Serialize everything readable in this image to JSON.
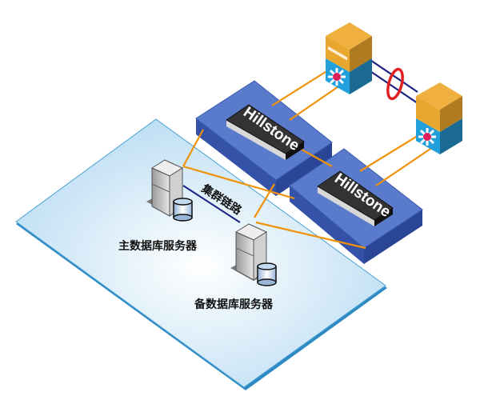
{
  "diagram": {
    "type": "network-topology",
    "colors": {
      "link": "#f0920a",
      "cluster_link": "#1a237e",
      "stack_link": "#1a237e",
      "aggregation_ring": "#e02020",
      "platform": "#4b6fc4",
      "floor": "#bfe0f5",
      "firewall": "#2b2b2b",
      "switch_top": "#e4a02a",
      "switch_bottom": "#1c8ec4"
    },
    "nodes": [
      {
        "id": "switch-1",
        "kind": "core-switch"
      },
      {
        "id": "switch-2",
        "kind": "core-switch"
      },
      {
        "id": "firewall-1",
        "kind": "firewall",
        "brand": "Hillstone"
      },
      {
        "id": "firewall-2",
        "kind": "firewall",
        "brand": "Hillstone"
      },
      {
        "id": "db-primary",
        "kind": "database-server",
        "label": "主数据库服务器"
      },
      {
        "id": "db-backup",
        "kind": "database-server",
        "label": "备数据库服务器"
      }
    ],
    "links": [
      {
        "from": "switch-1",
        "to": "switch-2",
        "kind": "link-aggregation"
      },
      {
        "from": "switch-1",
        "to": "firewall-1"
      },
      {
        "from": "switch-1",
        "to": "firewall-1"
      },
      {
        "from": "switch-2",
        "to": "firewall-2"
      },
      {
        "from": "switch-2",
        "to": "firewall-2"
      },
      {
        "from": "firewall-1",
        "to": "firewall-2"
      },
      {
        "from": "db-primary",
        "to": "firewall-1"
      },
      {
        "from": "db-primary",
        "to": "firewall-2"
      },
      {
        "from": "db-backup",
        "to": "firewall-1"
      },
      {
        "from": "db-backup",
        "to": "firewall-2"
      },
      {
        "from": "db-primary",
        "to": "db-backup",
        "kind": "cluster",
        "label": "集群链路"
      }
    ],
    "labels": {
      "firewall_1_brand": "Hillstone",
      "firewall_2_brand": "Hillstone",
      "db_primary": "主数据库服务器",
      "db_backup": "备数据库服务器",
      "cluster_link": "集群链路"
    }
  }
}
